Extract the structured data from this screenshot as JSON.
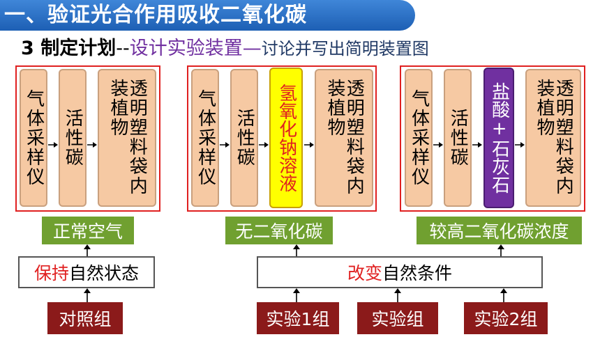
{
  "header": {
    "title": "一、验证光合作用吸收二氧化碳",
    "step_number": "3",
    "step_title": "制定计划",
    "dash1": "--",
    "step_task": "设计实验装置",
    "dash2": "—",
    "step_note": "讨论并写出简明装置图"
  },
  "panels": [
    {
      "cards": [
        "气体采样仪",
        "活性碳",
        "透明塑料袋内装植物"
      ],
      "label": "正常空气"
    },
    {
      "cards": [
        "气体采样仪",
        "活性碳",
        "氢氧化钠溶液",
        "透明塑料袋内装植物"
      ],
      "label": "无二氧化碳"
    },
    {
      "cards": [
        "气体采样仪",
        "活性碳",
        "盐酸+石灰石",
        "透明塑料袋内装植物"
      ],
      "label": "较高二氧化碳浓度"
    }
  ],
  "conditions": {
    "keep_prefix": "保持",
    "keep_suffix": "自然状态",
    "change_prefix": "改变",
    "change_suffix": "自然条件"
  },
  "groups": {
    "control": "对照组",
    "exp1": "实验1组",
    "exp": "实验组",
    "exp2": "实验2组"
  }
}
